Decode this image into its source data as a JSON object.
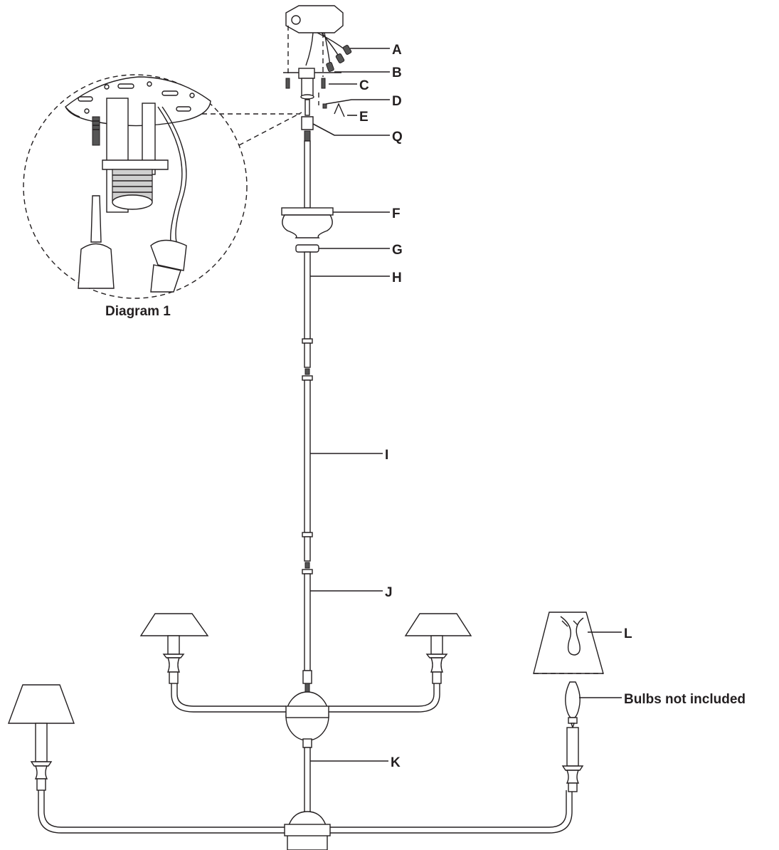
{
  "diagram": {
    "callouts": [
      {
        "id": "A",
        "text": "A"
      },
      {
        "id": "B",
        "text": "B"
      },
      {
        "id": "C",
        "text": "C"
      },
      {
        "id": "D",
        "text": "D"
      },
      {
        "id": "E",
        "text": "E"
      },
      {
        "id": "Q",
        "text": "Q"
      },
      {
        "id": "F",
        "text": "F"
      },
      {
        "id": "G",
        "text": "G"
      },
      {
        "id": "H",
        "text": "H"
      },
      {
        "id": "I",
        "text": "I"
      },
      {
        "id": "J",
        "text": "J"
      },
      {
        "id": "L",
        "text": "L"
      },
      {
        "id": "K",
        "text": "K"
      }
    ],
    "bulbs_note": "Bulbs not included",
    "inset_caption": "Diagram 1"
  }
}
